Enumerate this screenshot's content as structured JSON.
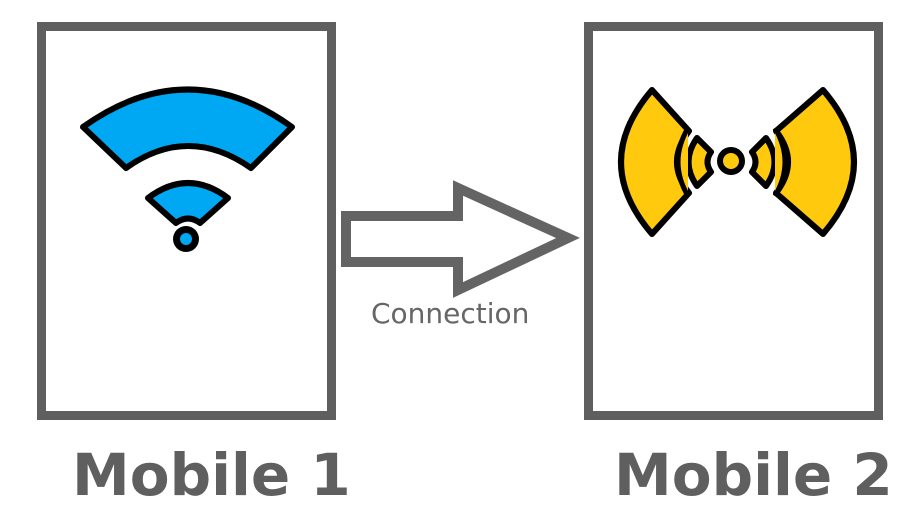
{
  "devices": [
    {
      "label": "Mobile 1",
      "icon": "wifi-icon",
      "icon_color": "#00a8f3"
    },
    {
      "label": "Mobile 2",
      "icon": "broadcast-signal-icon",
      "icon_color": "#ffc90e"
    }
  ],
  "connection": {
    "label": "Connection",
    "arrow_color": "#646464"
  },
  "colors": {
    "frame": "#5f5f5f",
    "outline": "#000000",
    "text": "#5f5f5f"
  }
}
